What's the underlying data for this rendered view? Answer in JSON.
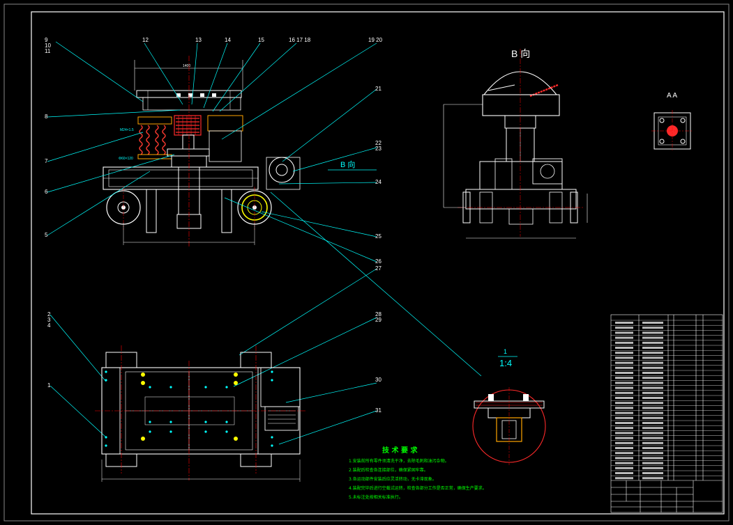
{
  "views": {
    "b_view_title": "B 向",
    "aa_title": "A  A",
    "detail_num": "1",
    "detail_scale": "1:4",
    "b_arrow_label": "B 向"
  },
  "tech_requirements": {
    "title": "技 术 要 求",
    "items": [
      "1.安装前所有零件须清洗干净，去除毛刺和油污杂物。",
      "2.装配后检查各连接部位，确保紧固牢靠。",
      "3.各运动部件安装后应灵活转动，无卡滞现象。",
      "4.装配完毕后进行空载试运转，检查各部分工作是否正常，确保生产要求。",
      "5.未标注处按相关标准执行。"
    ]
  },
  "balloons": {
    "front_top": [
      "12",
      "13",
      "14",
      "15",
      "16  17  18",
      "19  20"
    ],
    "front_left": [
      "9",
      "10",
      "11",
      "8",
      "7",
      "6",
      "5"
    ],
    "front_right": [
      "21",
      "22",
      "23",
      "24",
      "25",
      "26",
      "27"
    ],
    "plan_left": [
      "2",
      "3",
      "4",
      "1"
    ],
    "plan_right": [
      "28",
      "29",
      "30",
      "31"
    ]
  },
  "colors": {
    "background": "#000000",
    "frame": "#ffffff",
    "leader": "#00ffff",
    "centerline": "#ff0000",
    "hatch_red": "#ff2a2a",
    "spring": "#ff3b30",
    "orange": "#ffa500",
    "yellow": "#ffff00",
    "green": "#00ff00"
  }
}
